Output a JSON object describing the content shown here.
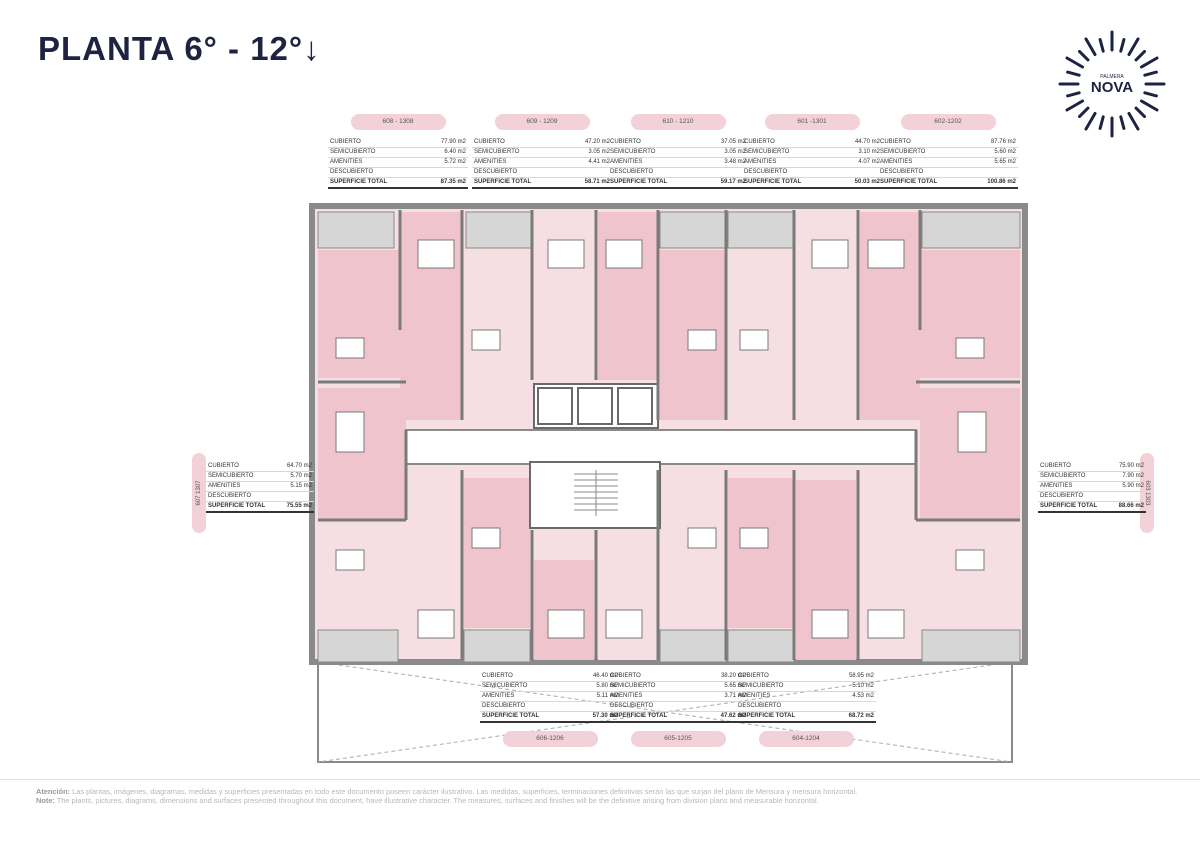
{
  "title": "PLANTA 6° - 12°↓",
  "logo": {
    "top_text": "PALMERA",
    "word": "NOVA",
    "icon": "sunburst-logo-icon"
  },
  "colors": {
    "navy": "#1d2340",
    "pink_light": "#f6dfe2",
    "pink_mid": "#f0c4cd",
    "wall": "#8a8a8a",
    "tab": "#f2d1d8"
  },
  "row_labels": [
    "CUBIERTO",
    "SEMICUBIERTO",
    "AMENITIES",
    "DESCUBIERTO",
    "SUPERFICIE TOTAL"
  ],
  "top_units": [
    {
      "name": "608 - 1308",
      "values": [
        "77.90 m2",
        "6.40 m2",
        "5.72 m2",
        "",
        "87.35 m2"
      ]
    },
    {
      "name": "609 - 1209",
      "values": [
        "47.20 m2",
        "3.05 m2",
        "4.41 m2",
        "",
        "58.71 m2"
      ]
    },
    {
      "name": "610 - 1210",
      "values": [
        "37.05 m2",
        "3.05 m2",
        "3.48 m2",
        "",
        "59.17 m2"
      ]
    },
    {
      "name": "601 -1301",
      "values": [
        "44.70 m2",
        "3.10 m2",
        "4.07 m2",
        "",
        "50.03 m2"
      ]
    },
    {
      "name": "602-1202",
      "values": [
        "87.76 m2",
        "5.60 m2",
        "5.65 m2",
        "",
        "100.86 m2"
      ]
    }
  ],
  "bottom_units": [
    {
      "name": "606-1206",
      "values": [
        "46.40 m2",
        "5.80 m2",
        "5.11 m2",
        "",
        "57.30 m2"
      ]
    },
    {
      "name": "605-1205",
      "values": [
        "38.20 m2",
        "5.65 m2",
        "3.71 m2",
        "",
        "47.62 m2"
      ]
    },
    {
      "name": "604-1204",
      "values": [
        "58.95 m2",
        "5.10 m2",
        "4.53 m2",
        "",
        "68.72 m2"
      ]
    }
  ],
  "side_units": [
    {
      "name": "607 1307",
      "values": [
        "64.70 m2",
        "5.70 m2",
        "5.15 m2",
        "",
        "75.55 m2"
      ]
    },
    {
      "name": "603 1303",
      "values": [
        "75.90 m2",
        "7.90 m2",
        "5.90 m2",
        "",
        "88.66 m2"
      ]
    }
  ],
  "note": {
    "label_es": "Atención:",
    "text_es": "Las plantas, imágenes, diagramas, medidas y superficies presentadas en todo este documento poseen carácter ilustrativo. Las medidas, superficies, terminaciones definitivas serán las que surjan del plano de Mensura y mensura horizontal.",
    "label_en": "Note:",
    "text_en": "The plants, pictures, diagrams, dimensions and surfaces presented throughout this document, have illustrative character. The measures, surfaces and finishes will be the definitive arising from division plans and measurable horizontal."
  }
}
